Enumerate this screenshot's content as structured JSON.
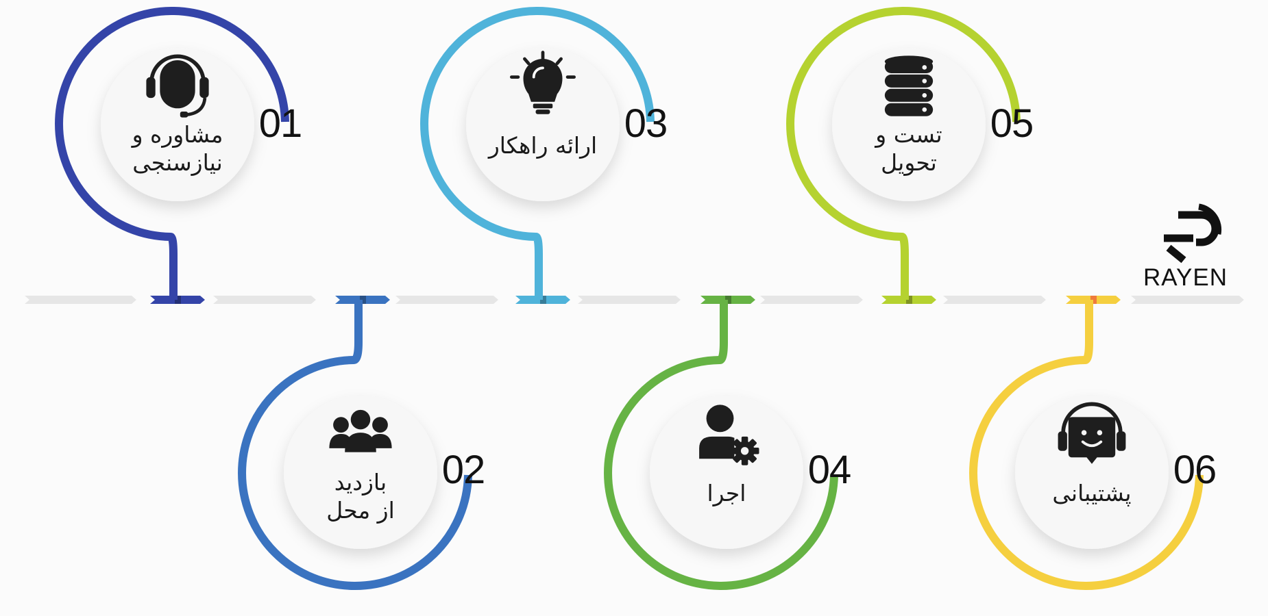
{
  "steps": [
    {
      "number": "01",
      "lines": [
        "مشاوره و",
        "نیازسنجی"
      ],
      "color": "#3444a8",
      "icon": "headset-icon",
      "side": "top"
    },
    {
      "number": "02",
      "lines": [
        "بازدید",
        "از محل"
      ],
      "color": "#3a73c0",
      "icon": "users-group-icon",
      "side": "bottom"
    },
    {
      "number": "03",
      "lines": [
        "ارائه راهکار"
      ],
      "color": "#4fb3da",
      "icon": "lightbulb-icon",
      "side": "top"
    },
    {
      "number": "04",
      "lines": [
        "اجرا"
      ],
      "color": "#66b344",
      "icon": "user-gear-icon",
      "side": "bottom"
    },
    {
      "number": "05",
      "lines": [
        "تست و",
        "تحویل"
      ],
      "color": "#b5d230",
      "icon": "database-icon",
      "side": "top"
    },
    {
      "number": "06",
      "lines": [
        "پشتیبانی"
      ],
      "color": "#f5cf3f",
      "icon": "support-agent-icon",
      "side": "bottom"
    }
  ],
  "timeline": {
    "track_color": "#e6e6e6",
    "accent_orange": "#ef7b3a"
  },
  "logo": {
    "text": "RAYEN"
  }
}
